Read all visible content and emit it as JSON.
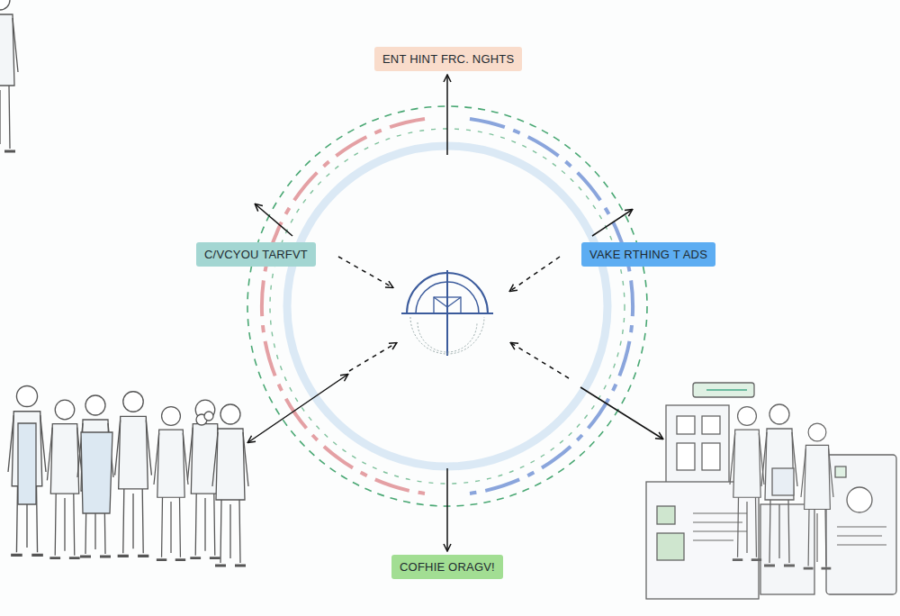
{
  "diagram": {
    "nodes": [
      {
        "text": [
          "ENT HINT FRC. NGHTS"
        ]
      },
      {
        "text": [
          "C/VCYOU TARFVT"
        ]
      },
      {
        "text": [
          "VAKE RTHING T ADS"
        ]
      },
      {
        "text": [
          "COFHIE ORAGV!"
        ]
      }
    ]
  }
}
